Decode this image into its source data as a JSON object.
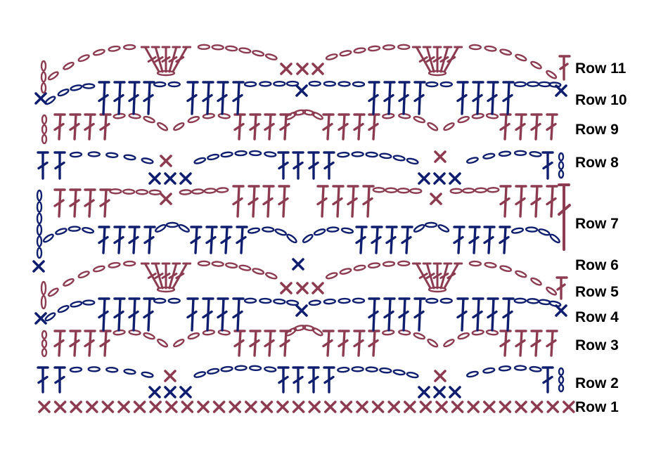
{
  "title": "",
  "colors": {
    "odd_rows": "#8c3b50",
    "even_rows": "#0f1e6e",
    "background": "#ffffff",
    "label": "#000000"
  },
  "legend_symbols": {
    "sc": "x-mark",
    "ch": "oval-chain",
    "dc": "post-with-one-slash"
  },
  "rows": [
    {
      "label": "Row 1",
      "color_key": "odd_rows",
      "kind": "single-crochet-base"
    },
    {
      "label": "Row 2",
      "color_key": "even_rows",
      "kind": "chain-arches-with-sc-clusters"
    },
    {
      "label": "Row 3",
      "color_key": "odd_rows",
      "kind": "dc-groups-and-chain-arcs"
    },
    {
      "label": "Row 4",
      "color_key": "even_rows",
      "kind": "chain-swags-with-dc-groups"
    },
    {
      "label": "Row 5",
      "color_key": "odd_rows",
      "kind": "dc-fans-and-long-chains"
    },
    {
      "label": "Row 6",
      "color_key": "even_rows",
      "kind": "sc-turn"
    },
    {
      "label": "Row 7",
      "color_key": "odd_rows",
      "kind": "dc-groups-and-chain-arcs"
    },
    {
      "label": "Row 8",
      "color_key": "even_rows",
      "kind": "chain-arches-with-sc-clusters"
    },
    {
      "label": "Row 9",
      "color_key": "odd_rows",
      "kind": "dc-groups-and-chain-arcs"
    },
    {
      "label": "Row 10",
      "color_key": "even_rows",
      "kind": "chain-swags-with-dc-groups"
    },
    {
      "label": "Row 11",
      "color_key": "odd_rows",
      "kind": "dc-fans-and-long-chains"
    }
  ]
}
